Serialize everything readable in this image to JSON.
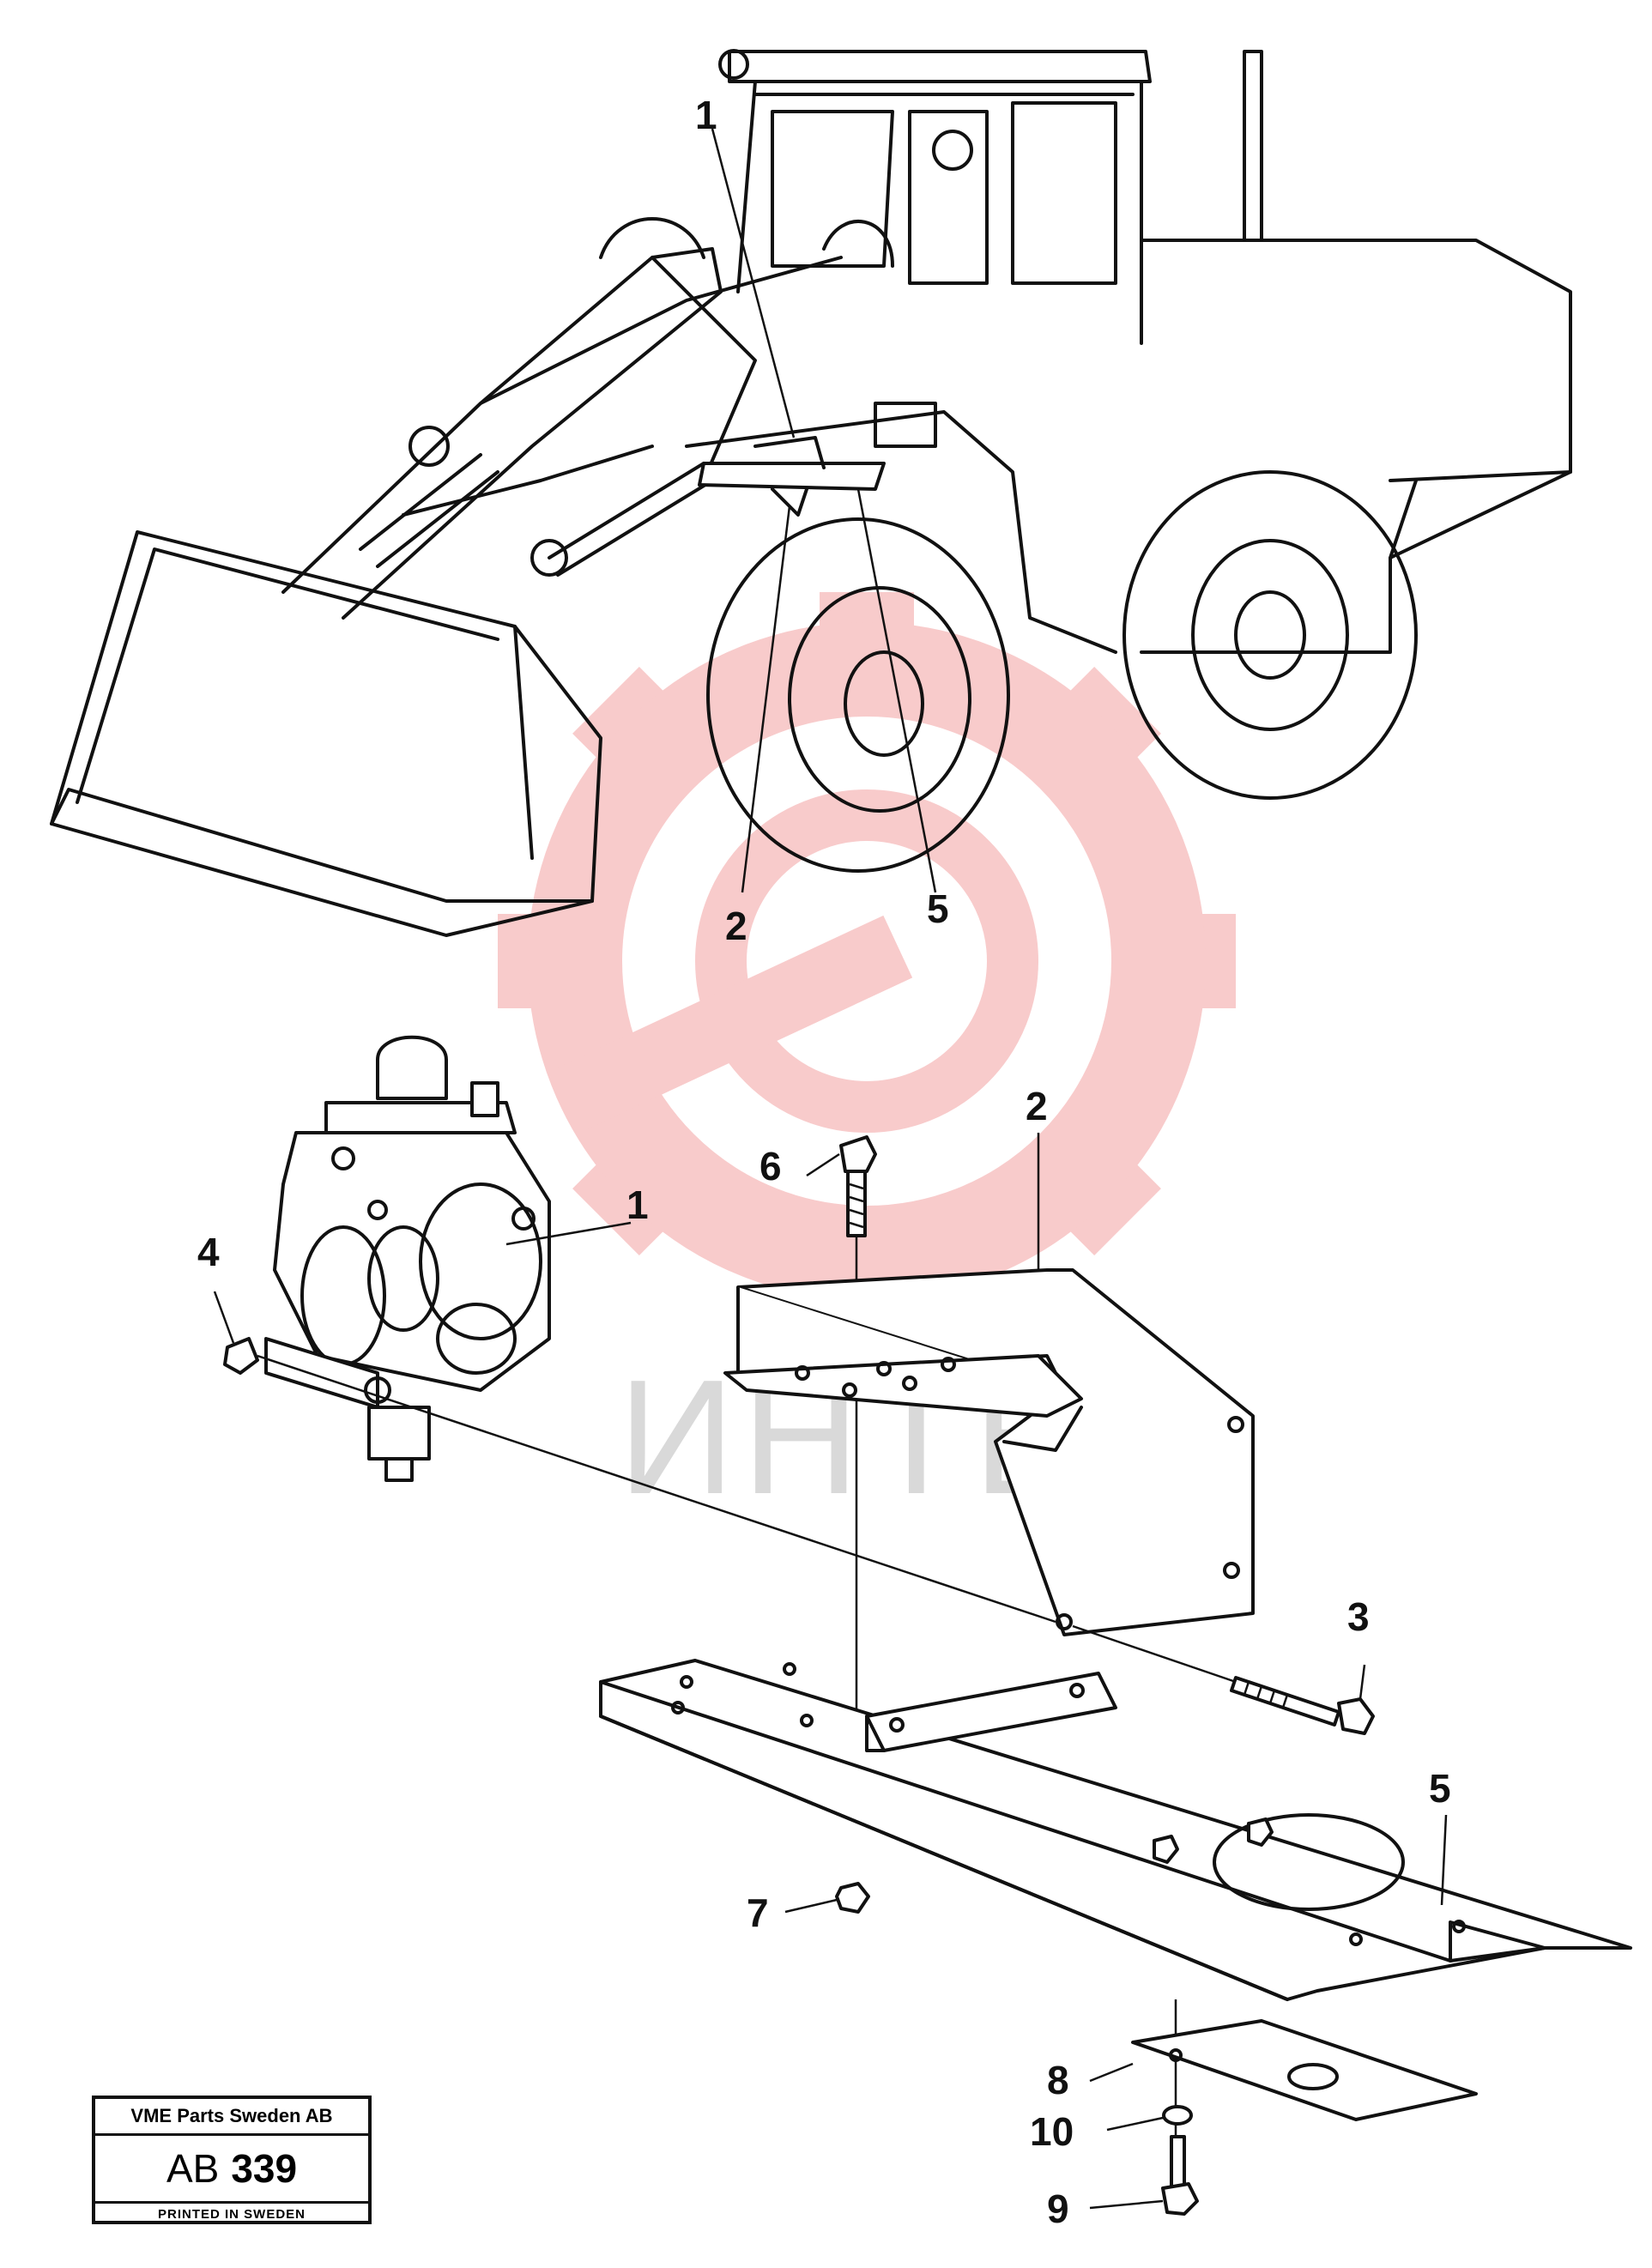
{
  "diagram": {
    "callouts": {
      "top_1": "1",
      "top_2": "2",
      "top_5": "5",
      "part_1": "1",
      "part_2": "2",
      "part_3": "3",
      "part_4": "4",
      "part_5": "5",
      "part_6": "6",
      "part_7": "7",
      "part_8": "8",
      "part_9": "9",
      "part_10": "10"
    },
    "watermark": {
      "text": "ИНТЕХ",
      "color": "#f4b4b4"
    }
  },
  "stamp": {
    "company": "VME Parts Sweden AB",
    "code_prefix": "AB",
    "code_number": "339",
    "footer": "PRINTED IN SWEDEN"
  }
}
